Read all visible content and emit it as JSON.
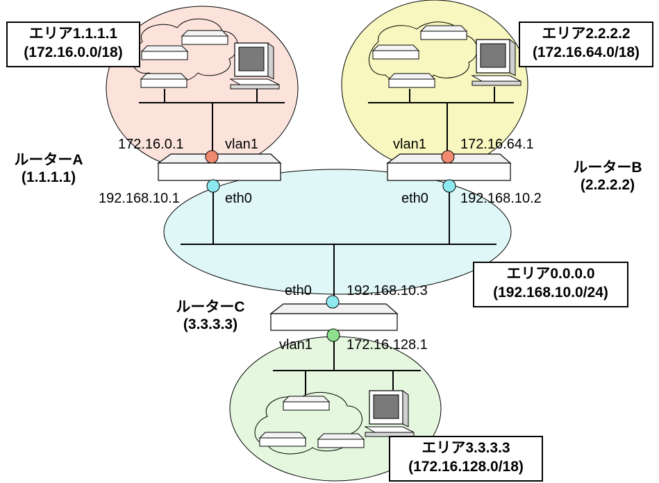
{
  "areas": [
    {
      "name": "エリア1.1.1.1",
      "subnet": "(172.16.0.0/18)",
      "color": "#fbe3dc"
    },
    {
      "name": "エリア2.2.2.2",
      "subnet": "(172.16.64.0/18)",
      "color": "#f7f7bf"
    },
    {
      "name": "エリア0.0.0.0",
      "subnet": "(192.168.10.0/24)",
      "color": "#dff7f7"
    },
    {
      "name": "エリア3.3.3.3",
      "subnet": "(172.16.128.0/18)",
      "color": "#e5f7df"
    }
  ],
  "routers": [
    {
      "name": "ルーターA",
      "id": "(1.1.1.1)"
    },
    {
      "name": "ルーターB",
      "id": "(2.2.2.2)"
    },
    {
      "name": "ルーターC",
      "id": "(3.3.3.3)"
    }
  ],
  "interfaces": {
    "a_vlan_ip": "172.16.0.1",
    "a_vlan_name": "vlan1",
    "a_eth_ip": "192.168.10.1",
    "a_eth_name": "eth0",
    "b_vlan_ip": "172.16.64.1",
    "b_vlan_name": "vlan1",
    "b_eth_ip": "192.168.10.2",
    "b_eth_name": "eth0",
    "c_eth_ip": "192.168.10.3",
    "c_eth_name": "eth0",
    "c_vlan_ip": "172.16.128.1",
    "c_vlan_name": "vlan1"
  },
  "colors": {
    "vlan_port_a": "#f08a70",
    "vlan_port_b": "#f08a70",
    "vlan_port_c": "#8ee08e",
    "eth_port": "#8ee8f0"
  }
}
